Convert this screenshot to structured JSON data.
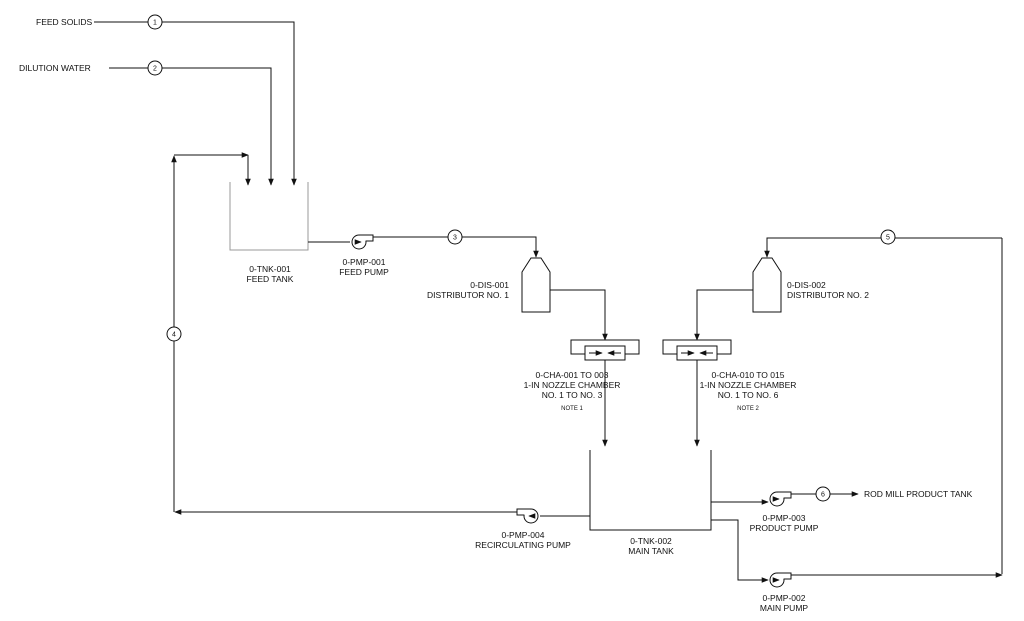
{
  "streams": {
    "s1": "1",
    "s2": "2",
    "s3": "3",
    "s4": "4",
    "s5": "5",
    "s6": "6"
  },
  "inputs": {
    "feed_solids": "FEED SOLIDS",
    "dilution_water": "DILUTION WATER"
  },
  "output": {
    "rod_mill": "ROD MILL PRODUCT TANK"
  },
  "equipment": {
    "feed_tank": {
      "tag": "0-TNK-001",
      "name": "FEED TANK"
    },
    "feed_pump": {
      "tag": "0-PMP-001",
      "name": "FEED PUMP"
    },
    "dist1": {
      "tag": "0-DIS-001",
      "name": "DISTRIBUTOR NO. 1"
    },
    "dist2": {
      "tag": "0-DIS-002",
      "name": "DISTRIBUTOR NO. 2"
    },
    "cha1": {
      "tag": "0-CHA-001 TO 003",
      "name": "1-IN NOZZLE CHAMBER",
      "range": "NO. 1 TO NO. 3",
      "note": "NOTE 1"
    },
    "cha2": {
      "tag": "0-CHA-010 TO 015",
      "name": "1-IN NOZZLE CHAMBER",
      "range": "NO. 1 TO NO. 6",
      "note": "NOTE 2"
    },
    "main_tank": {
      "tag": "0-TNK-002",
      "name": "MAIN TANK"
    },
    "recirc_pump": {
      "tag": "0-PMP-004",
      "name": "RECIRCULATING PUMP"
    },
    "product_pump": {
      "tag": "0-PMP-003",
      "name": "PRODUCT PUMP"
    },
    "main_pump": {
      "tag": "0-PMP-002",
      "name": "MAIN PUMP"
    }
  }
}
